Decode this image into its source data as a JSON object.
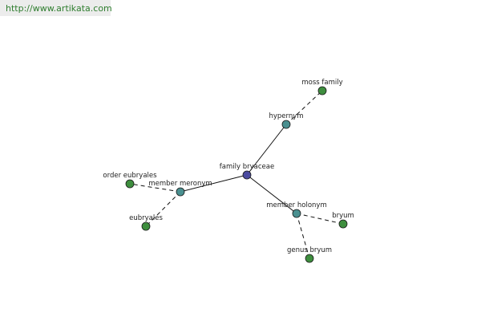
{
  "banner": {
    "url": "http://www.artikata.com"
  },
  "colors": {
    "center": "#4a4aa0",
    "relation": "#4a9090",
    "leaf": "#3e8e3e",
    "edge": "#111111",
    "text": "#222222"
  },
  "graph": {
    "nodes": [
      {
        "id": "family-bryaceae",
        "label": "family bryaceae",
        "kind": "center"
      },
      {
        "id": "hypernym",
        "label": "hypernym",
        "kind": "relation"
      },
      {
        "id": "moss-family",
        "label": "moss family",
        "kind": "leaf"
      },
      {
        "id": "member-meronym",
        "label": "member meronym",
        "kind": "relation"
      },
      {
        "id": "order-eubryales",
        "label": "order eubryales",
        "kind": "leaf"
      },
      {
        "id": "eubryales",
        "label": "eubryales",
        "kind": "leaf"
      },
      {
        "id": "member-holonym",
        "label": "member holonym",
        "kind": "relation"
      },
      {
        "id": "bryum",
        "label": "bryum",
        "kind": "leaf"
      },
      {
        "id": "genus-bryum",
        "label": "genus bryum",
        "kind": "leaf"
      }
    ],
    "edges": [
      {
        "from": "family-bryaceae",
        "to": "hypernym",
        "style": "solid"
      },
      {
        "from": "family-bryaceae",
        "to": "member-meronym",
        "style": "solid"
      },
      {
        "from": "family-bryaceae",
        "to": "member-holonym",
        "style": "solid"
      },
      {
        "from": "hypernym",
        "to": "moss-family",
        "style": "dashed"
      },
      {
        "from": "member-meronym",
        "to": "order-eubryales",
        "style": "dashed"
      },
      {
        "from": "member-meronym",
        "to": "eubryales",
        "style": "dashed"
      },
      {
        "from": "member-holonym",
        "to": "bryum",
        "style": "dashed"
      },
      {
        "from": "member-holonym",
        "to": "genus-bryum",
        "style": "dashed"
      }
    ]
  }
}
